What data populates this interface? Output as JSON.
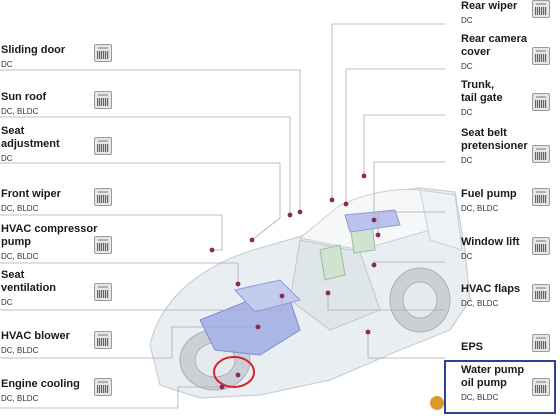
{
  "left_components": [
    {
      "name": "Sliding door",
      "sub": "DC"
    },
    {
      "name": "Sun roof",
      "sub": "DC, BLDC"
    },
    {
      "name": "Seat adjustment",
      "name_lines": [
        "Seat",
        "adjustment"
      ],
      "sub": "DC"
    },
    {
      "name": "Front wiper",
      "sub": "DC, BLDC"
    },
    {
      "name": "HVAC compressor pump",
      "name_lines": [
        "HVAC compressor",
        "pump"
      ],
      "sub": "DC, BLDC"
    },
    {
      "name": "Seat ventilation",
      "name_lines": [
        "Seat",
        "ventilation"
      ],
      "sub": "DC"
    },
    {
      "name": "HVAC blower",
      "sub": "DC, BLDC"
    },
    {
      "name": "Engine cooling",
      "sub": "DC, BLDC"
    }
  ],
  "right_components": [
    {
      "name": "Rear wiper",
      "sub": "DC"
    },
    {
      "name": "Rear camera cover",
      "name_lines": [
        "Rear camera",
        "cover"
      ],
      "sub": "DC"
    },
    {
      "name": "Trunk, tail gate",
      "name_lines": [
        "Trunk,",
        "tail gate"
      ],
      "sub": "DC"
    },
    {
      "name": "Seat belt pretensioner",
      "name_lines": [
        "Seat belt",
        "pretensioner"
      ],
      "sub": "DC"
    },
    {
      "name": "Fuel pump",
      "sub": "DC, BLDC"
    },
    {
      "name": "Window lift",
      "sub": "DC"
    },
    {
      "name": "HVAC flaps",
      "sub": "DC, BLDC"
    },
    {
      "name": "EPS",
      "sub": ""
    },
    {
      "name": "Water pump oil pump",
      "name_lines": [
        "Water pump",
        "oil pump"
      ],
      "sub": "DC, BLDC"
    }
  ],
  "highlight_color": "#2e3f95",
  "callout_color": "#8a2a5a",
  "circle_color": "#d9232e"
}
